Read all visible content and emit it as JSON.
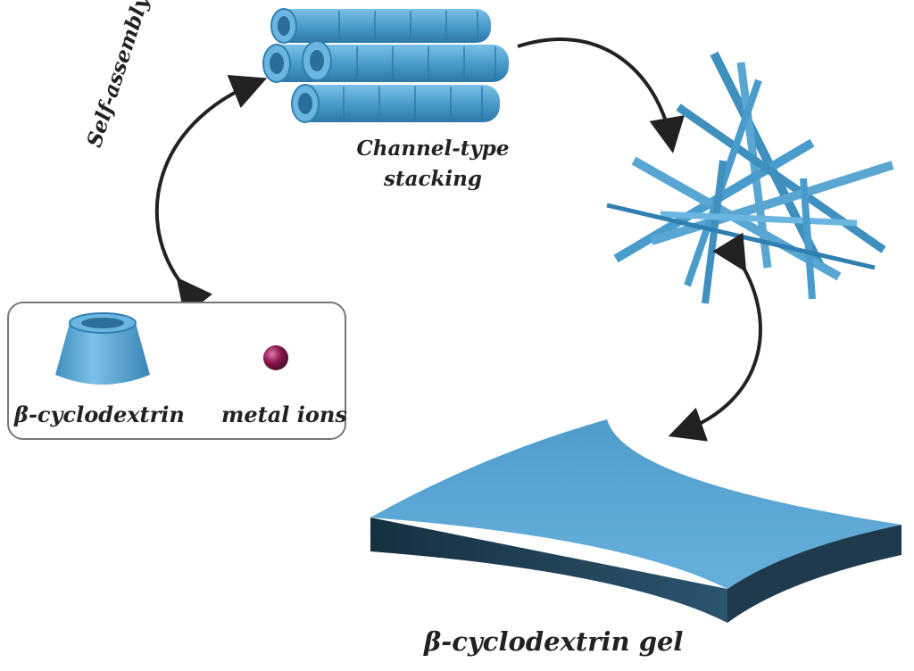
{
  "labels": {
    "stacking_line1": "Channel-type",
    "stacking_line2": "stacking",
    "self_assembly": "Self-assembly",
    "cyclodextrin": "β-cyclodextrin",
    "metal_ions": "metal ions",
    "gel": "β-cyclodextrin gel"
  },
  "colors": {
    "tube": "#5aa6d3",
    "tube_dark": "#2f7fb0",
    "metal": "#8c1850",
    "gel_top": "#5aa6d3",
    "gel_side": "#1e3a4c",
    "arrow": "#222222"
  }
}
